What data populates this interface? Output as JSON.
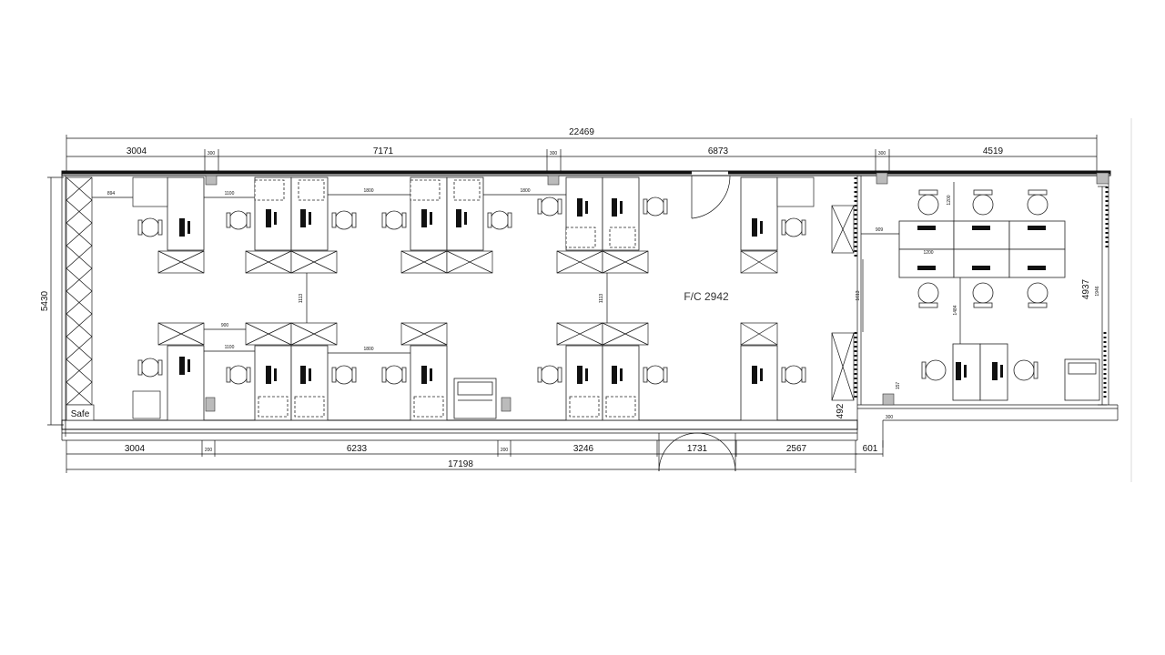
{
  "plan": {
    "room_label": "F/C 2942",
    "safe_label": "Safe",
    "dimensions": {
      "overall_width": "22469",
      "top_segments": [
        "3004",
        "7171",
        "6873",
        "4519"
      ],
      "top_small": [
        "300",
        "300",
        "300"
      ],
      "bottom_segments": [
        "3004",
        "6233",
        "3246",
        "1731",
        "2567",
        "601"
      ],
      "bottom_small": [
        "200",
        "200",
        "300"
      ],
      "bottom_total": "17198",
      "left_height": "5430",
      "right_height": "4937",
      "inner_labels": [
        "894",
        "1100",
        "1800",
        "1800",
        "1113",
        "1113",
        "900",
        "1100",
        "1800",
        "909",
        "1200",
        "1613",
        "1484",
        "1946",
        "1200",
        "157",
        "492"
      ]
    }
  }
}
